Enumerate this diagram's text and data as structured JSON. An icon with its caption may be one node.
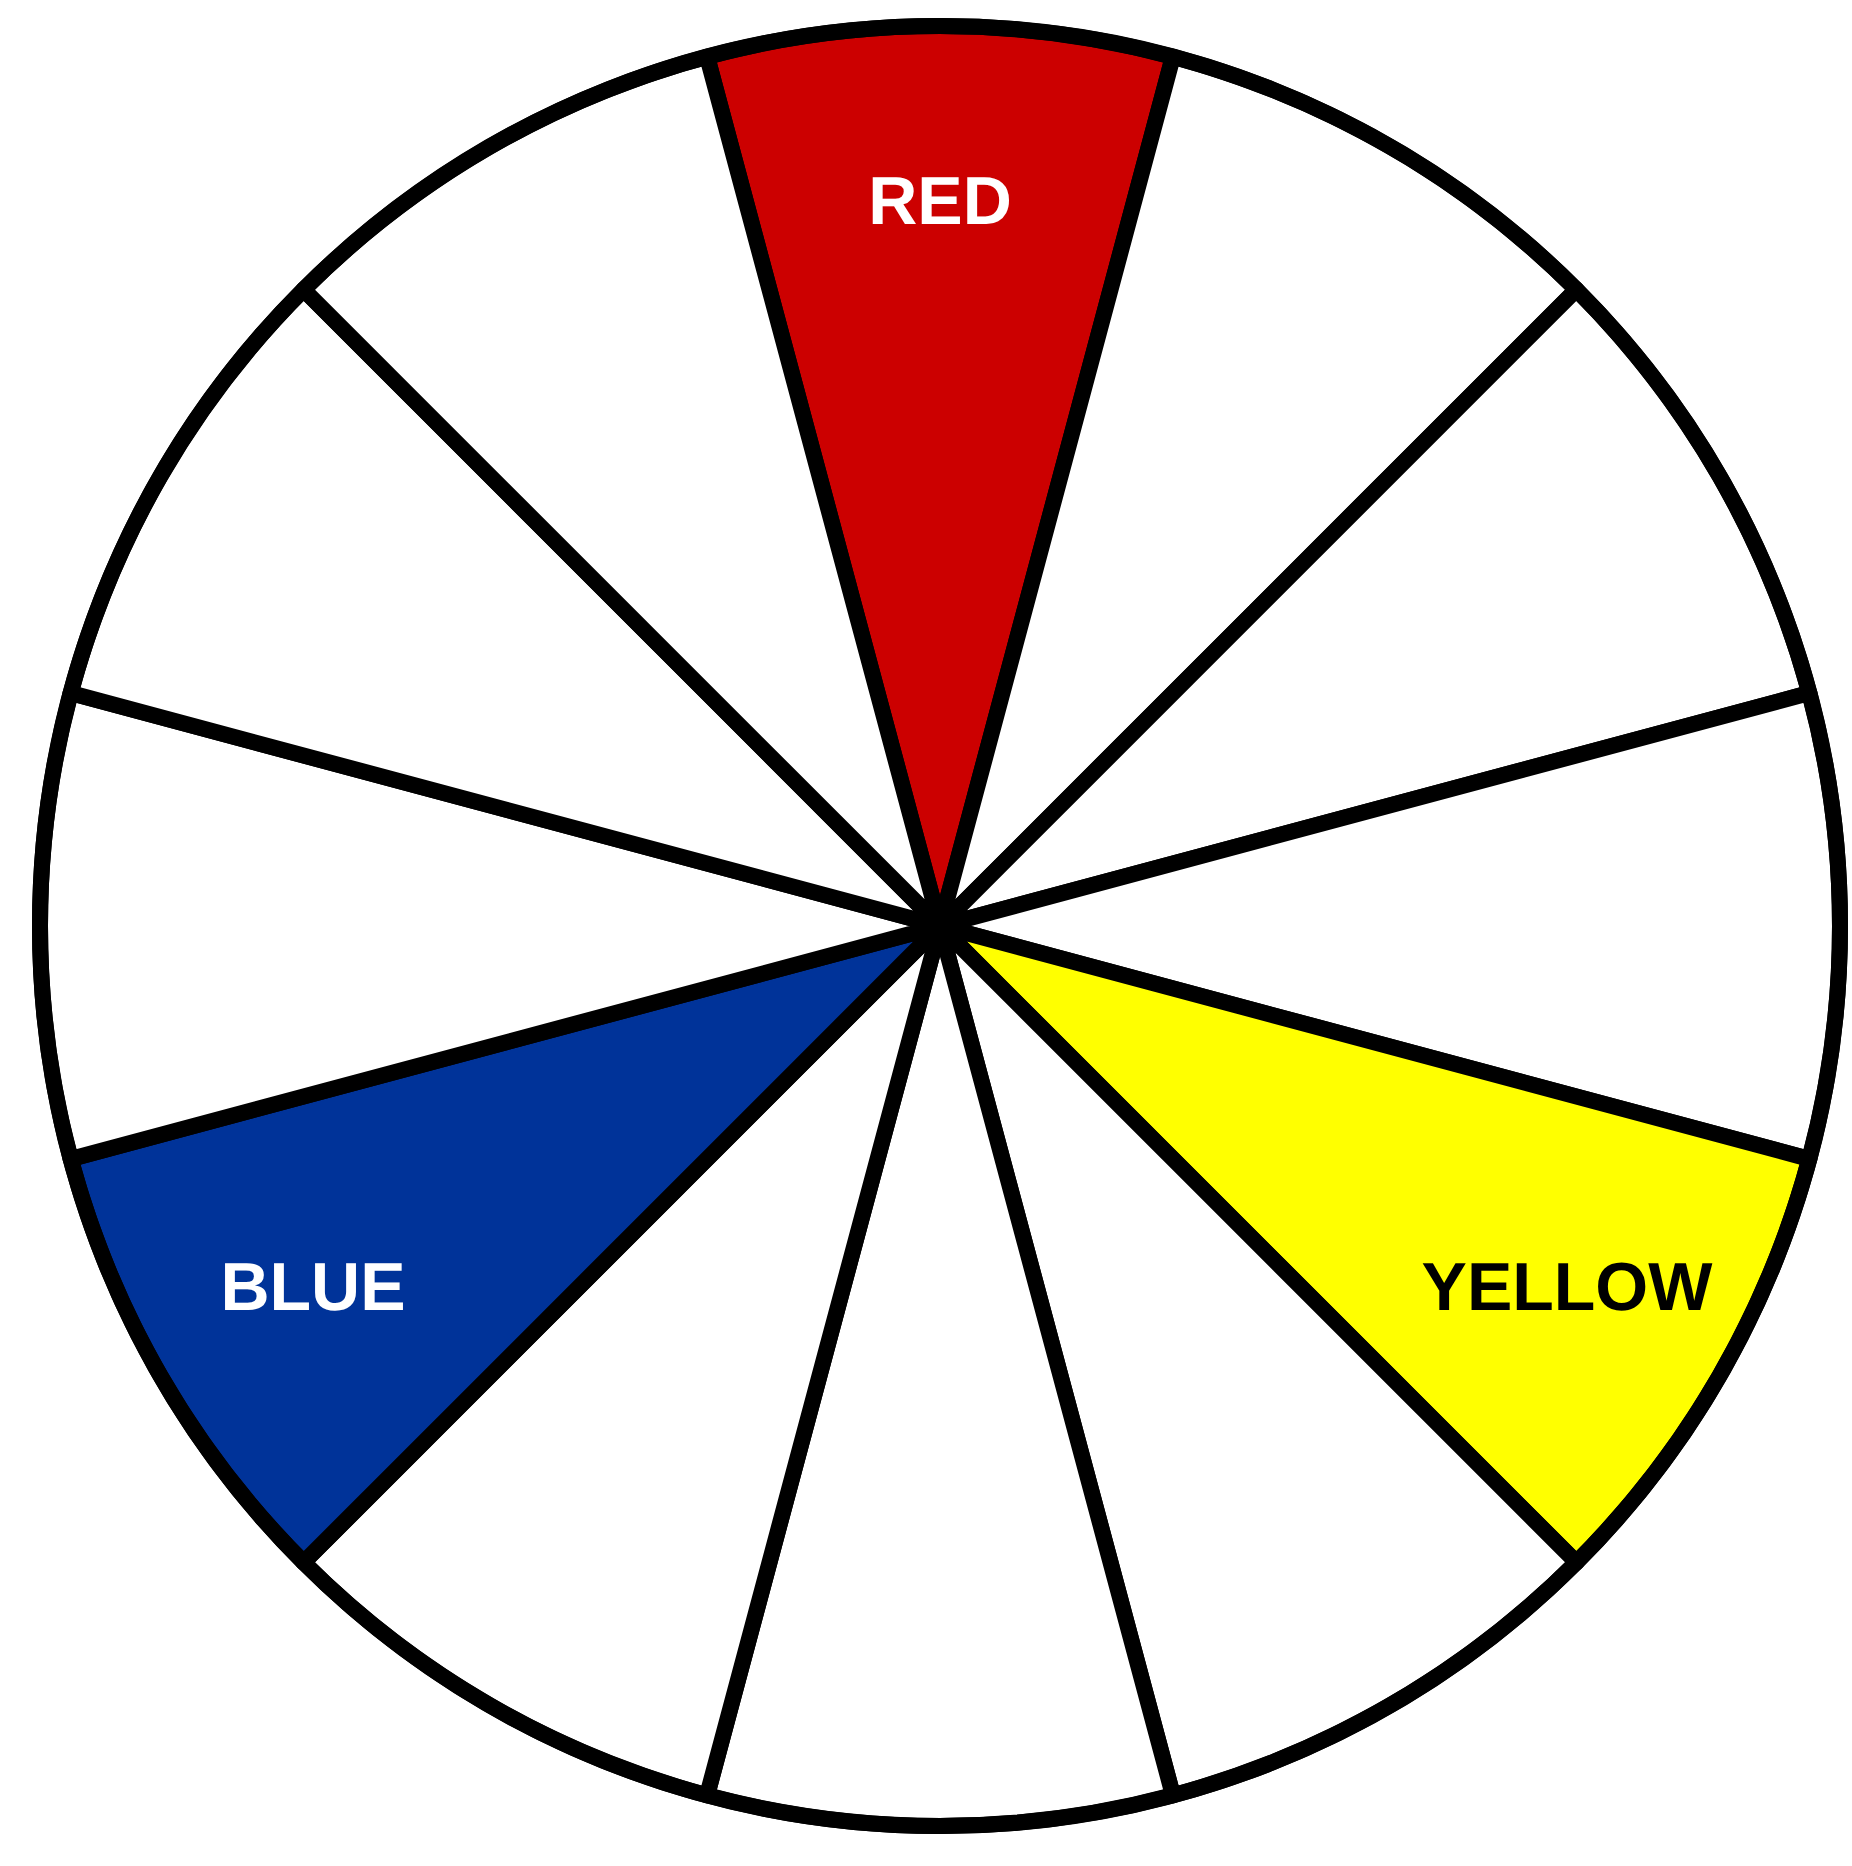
{
  "diagram": {
    "labels": [
      "RED",
      "BLUE",
      "YELLOW"
    ]
  }
}
